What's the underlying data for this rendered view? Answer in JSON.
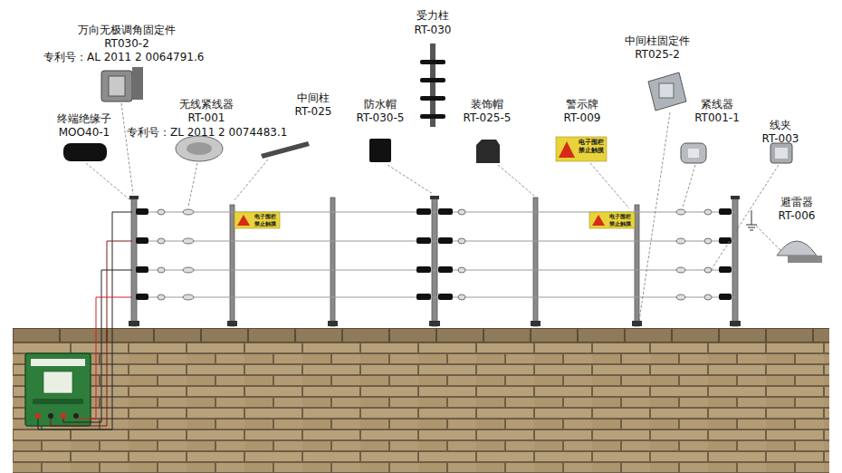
{
  "diagram": {
    "labels": [
      "万向无极调角固定件",
      "RT030-2",
      "专利号：AL 2011 2 0064791.6",
      "受力柱",
      "RT-030",
      "中间柱固定件",
      "RT025-2",
      "终端绝缘子",
      "MOO40-1",
      "无线紧线器",
      "RT-001",
      "专利号：ZL 2011 2 0074483.1",
      "中间柱",
      "RT-025",
      "防水帽",
      "RT-030-5",
      "装饰帽",
      "RT-025-5",
      "警示牌",
      "RT-009",
      "紧线器",
      "RT001-1",
      "线夹",
      "RT-003",
      "避雷器",
      "RT-006",
      "电子围栏 禁止触摸",
      "电子围栏 禁止触摸",
      "电子围栏 禁止触摸"
    ]
  }
}
